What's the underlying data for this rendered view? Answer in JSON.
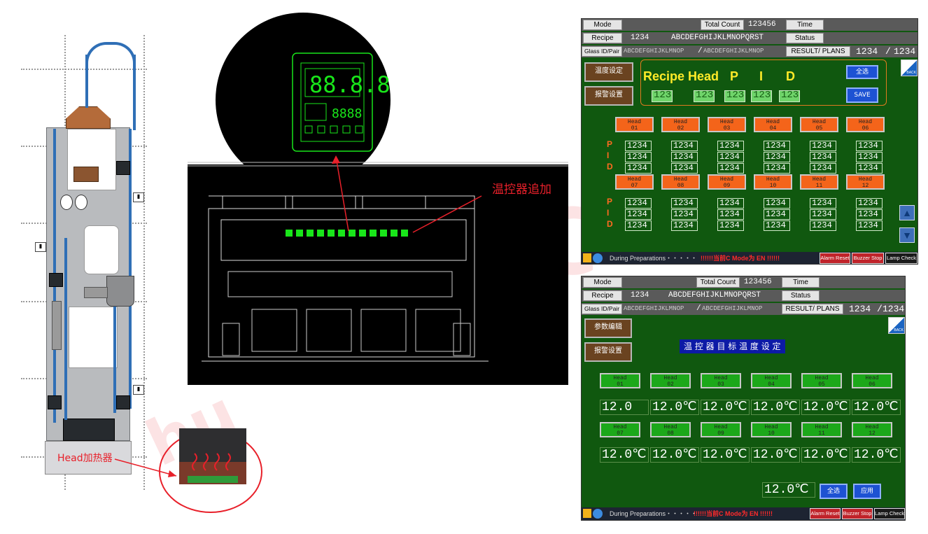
{
  "labels": {
    "head_heater": "Head加热器",
    "temp_controller_add": "温控器追加"
  },
  "panel_top": {
    "mode_label": "Mode",
    "total_count_label": "Total Count",
    "total_count_value": "123456",
    "time_label": "Time",
    "recipe_label": "Recipe",
    "recipe_value": "1234",
    "recipe_name": "ABCDEFGHIJKLMNOPQRST",
    "status_label": "Status",
    "glass_id_label": "Glass ID/Pair",
    "glass_id_a": "ABCDEFGHIJKLMNOP",
    "slash": "/",
    "glass_id_b": "ABCDEFGHIJKLMNOP",
    "result_plans_label": "RESULT/ PLANS",
    "result_a": "1234",
    "result_b": "1234",
    "btn_temp_set": "温度设定",
    "btn_alarm_set": "报警设置",
    "back_label": "BACK",
    "hdr_recipe": "Recipe",
    "hdr_head": "Head",
    "hdr_p": "P",
    "hdr_i": "I",
    "hdr_d": "D",
    "in_recipe": "123",
    "in_head": "123",
    "in_p": "123",
    "in_i": "123",
    "in_d": "123",
    "btn_select_all": "全选",
    "btn_save": "SAVE",
    "heads_row1": [
      "Head\n01",
      "Head\n02",
      "Head\n03",
      "Head\n04",
      "Head\n05",
      "Head\n06"
    ],
    "heads_row2": [
      "Head\n07",
      "Head\n08",
      "Head\n09",
      "Head\n10",
      "Head\n11",
      "Head\n12"
    ],
    "p_label": "P",
    "i_label": "I",
    "d_label": "D",
    "pid_value": "1234",
    "status_text": "During Preparations・・・・・",
    "mode_marquee": "!!!!!!当前C Mode为 EN !!!!!!",
    "btn_alarm_reset": "Alarm Reset",
    "btn_buzzer_stop": "Buzzer Stop",
    "btn_lamp_check": "Lamp Check"
  },
  "panel_bottom": {
    "mode_label": "Mode",
    "total_count_label": "Total Count",
    "total_count_value": "123456",
    "time_label": "Time",
    "recipe_label": "Recipe",
    "recipe_value": "1234",
    "recipe_name": "ABCDEFGHIJKLMNOPQRST",
    "status_label": "Status",
    "glass_id_label": "Glass ID/Pair",
    "glass_id_a": "ABCDEFGHIJKLMNOP",
    "slash": "/",
    "glass_id_b": "ABCDEFGHIJKLMNOP",
    "result_plans_label": "RESULT/ PLANS",
    "result_a": "1234",
    "result_b": "1234",
    "btn_param_edit": "参数编辑",
    "btn_alarm_set": "报警设置",
    "back_label": "BACK",
    "title": "温 控 器 目 标 温 度 设 定",
    "heads_row1": [
      "Head\n01",
      "Head\n02",
      "Head\n03",
      "Head\n04",
      "Head\n05",
      "Head\n06"
    ],
    "heads_row2": [
      "Head\n07",
      "Head\n08",
      "Head\n09",
      "Head\n10",
      "Head\n11",
      "Head\n12"
    ],
    "temps_row1": [
      "12.0",
      "12.0℃",
      "12.0℃",
      "12.0℃",
      "12.0℃",
      "12.0℃"
    ],
    "temps_row2": [
      "12.0℃",
      "12.0℃",
      "12.0℃",
      "12.0℃",
      "12.0℃",
      "12.0℃"
    ],
    "global_temp": "12.0℃",
    "btn_select_all": "全选",
    "btn_apply": "应用",
    "status_text": "During Preparations・・・・・",
    "mode_marquee": "!!!!!!当前C Mode为 EN !!!!!!",
    "btn_alarm_reset": "Alarm Reset",
    "btn_buzzer_stop": "Buzzer Stop",
    "btn_lamp_check": "Lamp Check"
  },
  "controller_display": {
    "big_digits": "88.8.8",
    "small_digits": "8888"
  },
  "colors": {
    "hmi_green": "#10580f",
    "orange_head": "#f4641a",
    "green_head": "#1ca81a",
    "accent_red": "#e8202a",
    "pipe_blue": "#2f6fb6",
    "cad_green": "#19e61a"
  }
}
